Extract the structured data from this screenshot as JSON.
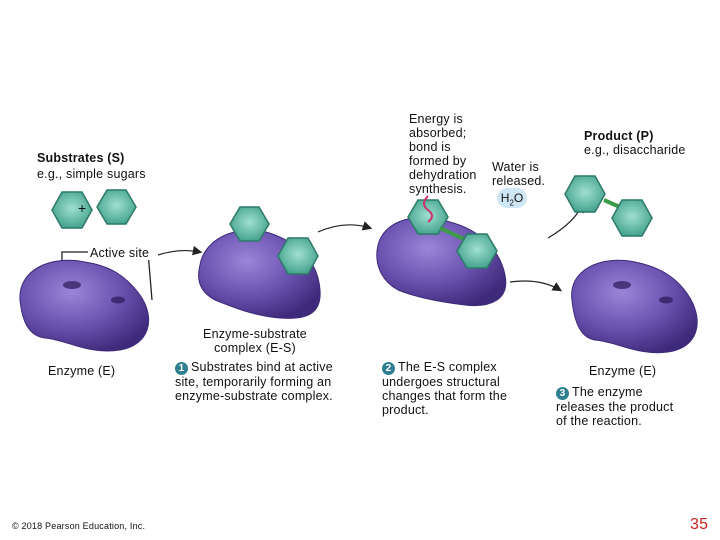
{
  "substrates": {
    "title": "Substrates (S)",
    "example": "e.g., simple sugars",
    "plus": "+"
  },
  "active_site": "Active site",
  "enzyme_left": "Enzyme (E)",
  "es_complex": {
    "line1": "Enzyme-substrate",
    "line2": "complex (E-S)"
  },
  "step1": {
    "number": "1",
    "line1": "Substrates bind at active",
    "line2": "site, temporarily forming an",
    "line3": "enzyme-substrate complex."
  },
  "energy": {
    "line1": "Energy is",
    "line2": "absorbed;",
    "line3": "bond is",
    "line4": "formed by",
    "line5": "dehydration",
    "line6": "synthesis."
  },
  "water": {
    "line1": "Water is",
    "line2": "released.",
    "h": "H",
    "sub": "2",
    "o": "O"
  },
  "step2": {
    "number": "2",
    "line1": "The E-S complex",
    "line2": "undergoes structural",
    "line3": "changes that form the",
    "line4": "product."
  },
  "product": {
    "title": "Product (P)",
    "example": "e.g., disaccharide"
  },
  "enzyme_right": "Enzyme (E)",
  "step3": {
    "number": "3",
    "line1": "The enzyme",
    "line2": "releases the product",
    "line3": "of the reaction."
  },
  "copyright": "© 2018 Pearson Education, Inc.",
  "page_number": "35",
  "colors": {
    "enzyme": "#6a52b0",
    "enzyme_dark": "#3e2a7a",
    "substrate": "#5fbfa8",
    "bond": "#3c9a4a",
    "step_badge": "#2e7f8f",
    "page_number": "#cc2222"
  }
}
